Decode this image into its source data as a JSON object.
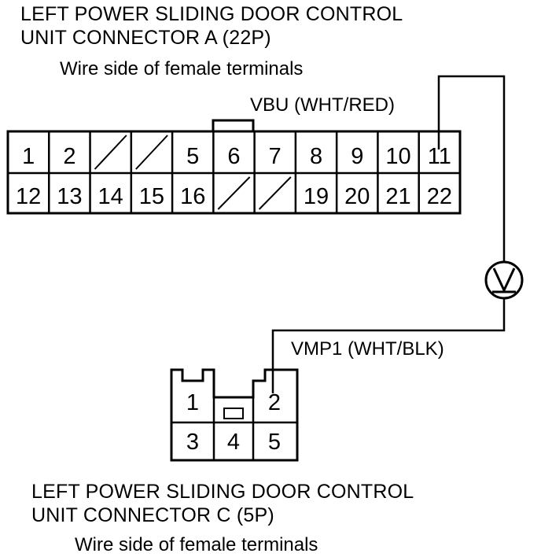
{
  "connector_a": {
    "title_line1": "LEFT POWER SLIDING DOOR CONTROL",
    "title_line2": "UNIT CONNECTOR A (22P)",
    "subtitle": "Wire side of female terminals",
    "wire_label": "VBU (WHT/RED)",
    "top_row": [
      "1",
      "2",
      "",
      "",
      "5",
      "6",
      "7",
      "8",
      "9",
      "10",
      "11"
    ],
    "bottom_row": [
      "12",
      "13",
      "14",
      "15",
      "16",
      "",
      "",
      "19",
      "20",
      "21",
      "22"
    ]
  },
  "connector_c": {
    "title_line1": "LEFT POWER SLIDING DOOR CONTROL",
    "title_line2": "UNIT CONNECTOR C (5P)",
    "subtitle": "Wire side of female terminals",
    "wire_label": "VMP1 (WHT/BLK)",
    "pins": [
      "1",
      "2",
      "3",
      "4",
      "5"
    ]
  },
  "meter_symbol": "voltmeter-icon"
}
